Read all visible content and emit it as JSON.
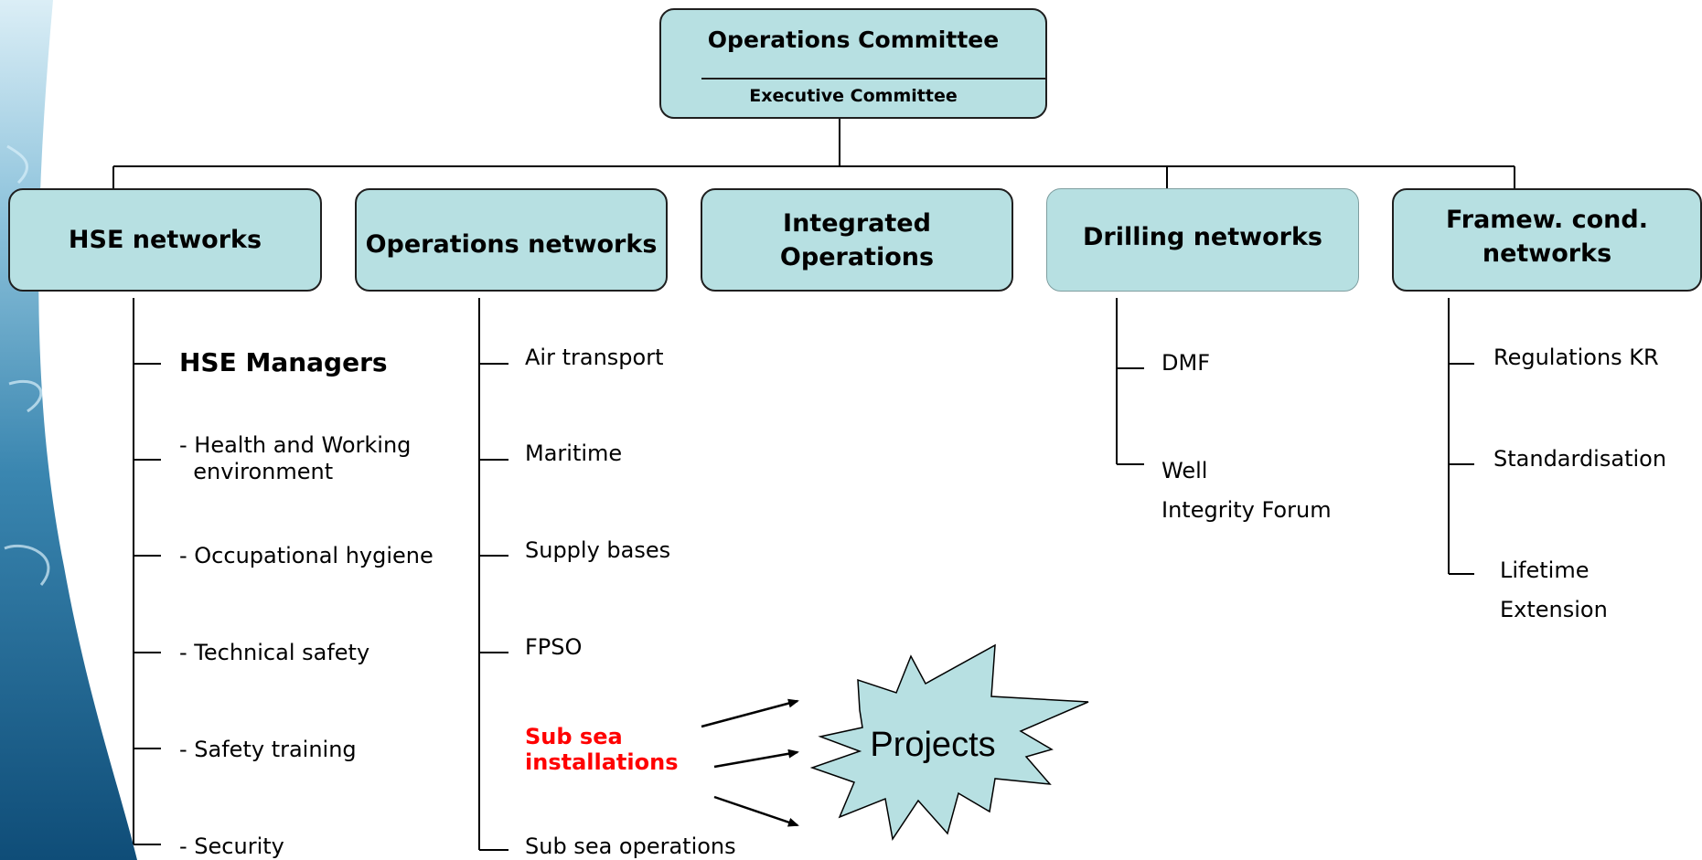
{
  "top": {
    "title": "Operations Committee",
    "subtitle": "Executive Committee"
  },
  "networks": [
    {
      "label": "HSE networks"
    },
    {
      "label": "Operations networks"
    },
    {
      "label": "Integrated\nOperations"
    },
    {
      "label": "Drilling networks"
    },
    {
      "label": "Framew. cond.\nnetworks"
    }
  ],
  "hse_items": [
    "HSE Managers",
    "- Health and Working\n  environment",
    "- Occupational hygiene",
    "- Technical safety",
    "- Safety training",
    "- Security"
  ],
  "operations_items": [
    "Air transport",
    "Maritime",
    "Supply bases",
    "FPSO",
    "Sub sea\ninstallations",
    "Sub sea operations"
  ],
  "drilling_items": [
    "DMF",
    "Well\nIntegrity Forum"
  ],
  "framework_items": [
    "Regulations KR",
    "Standardisation",
    "Lifetime\nExtension"
  ],
  "projects_label": "Projects",
  "colors": {
    "box_fill": "#b7e0e2",
    "highlight": "#ff0000",
    "star_fill": "#b7e0e2"
  }
}
